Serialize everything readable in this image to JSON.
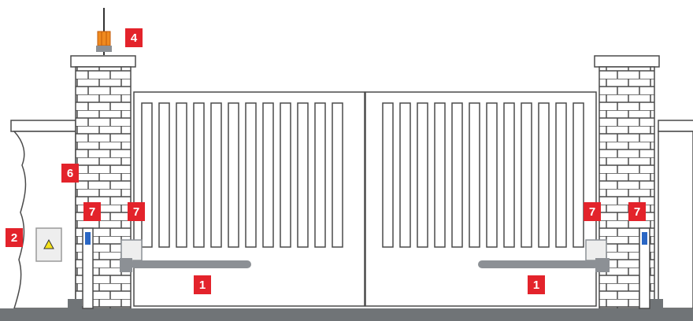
{
  "colors": {
    "label_bg": "#e3232b",
    "label_text": "#ffffff",
    "outline": "#4a4a4a",
    "ground": "#707477",
    "motor": "#8c9095",
    "lamp": "#f08a1e",
    "photocell_lens": "#2a66c4",
    "warning_sign": "#f5e21a"
  },
  "icons": {
    "flashing-lamp": "flashing-lamp-icon",
    "control-box": "control-box-icon",
    "photocell": "photocell-icon",
    "gate-motor": "gate-motor-icon"
  },
  "labels": {
    "motor_left": "1",
    "motor_right": "1",
    "control_unit": "2",
    "flashing_light": "4",
    "key_selector": "6",
    "photocell_left_outer": "7",
    "photocell_left_inner": "7",
    "photocell_right_inner": "7",
    "photocell_right_outer": "7"
  }
}
